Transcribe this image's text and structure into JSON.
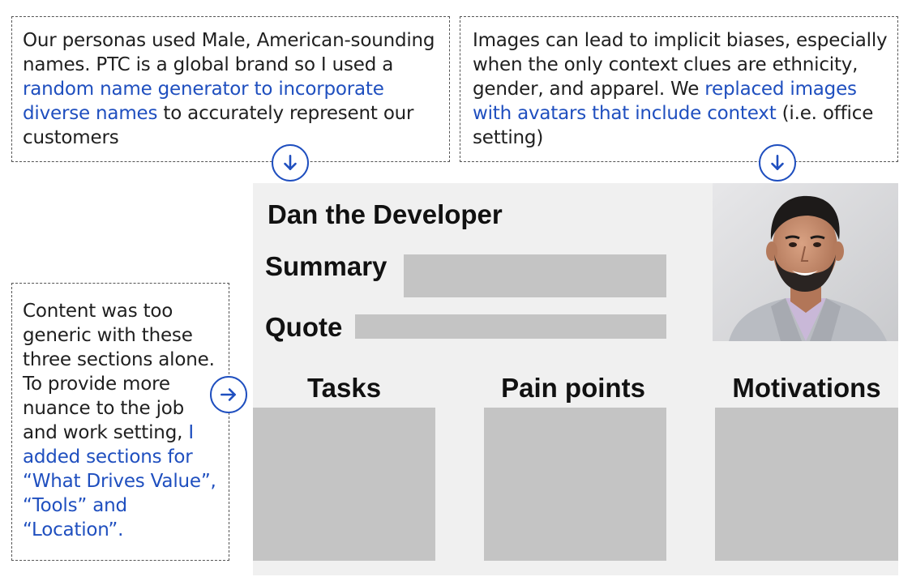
{
  "annotations": {
    "names": {
      "part1": "Our personas used Male, American-sounding names. PTC is a global brand so I used a ",
      "highlight": "random name generator to incorporate diverse names",
      "part2": " to accurately represent our customers"
    },
    "images": {
      "part1": "Images can lead to implicit biases, especially when the only context clues are ethnicity, gender, and apparel. We ",
      "highlight": "replaced images with avatars that include context",
      "part2": " (i.e. office setting)"
    },
    "content": {
      "part1": "Content was too generic with these three sections alone. To provide more nuance to the job and work setting, ",
      "highlight": "I added sections for “What Drives Value”, “Tools” and “Location”."
    }
  },
  "icons": {
    "arrow_down_1": "arrow-down-circle-icon",
    "arrow_down_2": "arrow-down-circle-icon",
    "arrow_right": "arrow-right-circle-icon"
  },
  "persona": {
    "name": "Dan the Developer",
    "summary_label": "Summary",
    "quote_label": "Quote",
    "columns": [
      "Tasks",
      "Pain points",
      "Motivations"
    ]
  },
  "colors": {
    "accent": "#1f4fbf",
    "persona_bg": "#f0f0f0",
    "placeholder": "#c4c4c4"
  }
}
